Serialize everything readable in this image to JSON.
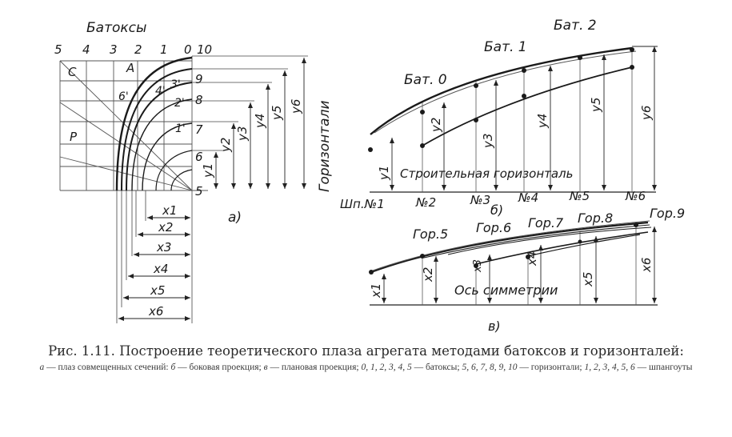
{
  "panel_a": {
    "title": "Батоксы",
    "buttock_nums": [
      "5",
      "4",
      "3",
      "2",
      "1",
      "0"
    ],
    "waterline_nums": [
      "10",
      "9",
      "8",
      "7",
      "6",
      "5"
    ],
    "cell_letters": [
      "C",
      "A",
      "P"
    ],
    "primed": [
      "3'",
      "4'",
      "2'",
      "6'",
      "1'"
    ],
    "y_labels": [
      "y1",
      "y2",
      "y3",
      "y4",
      "y5",
      "y6"
    ],
    "x_labels": [
      "x1",
      "x2",
      "x3",
      "x4",
      "x5",
      "x6"
    ],
    "side_title": "Горизонтали",
    "sub_label": "а)"
  },
  "panel_b": {
    "bat_labels": [
      "Бат. 0",
      "Бат. 1",
      "Бат. 2"
    ],
    "y_labels": [
      "y1",
      "y2",
      "y3",
      "y4",
      "y5",
      "y6"
    ],
    "baseline_label": "Строительная горизонталь",
    "stations": [
      "Шп.№1",
      "№2",
      "№3",
      "№4",
      "№5",
      "№6"
    ],
    "sub_label": "б)"
  },
  "panel_c": {
    "gor_labels": [
      "Гор.5",
      "Гор.6",
      "Гор.7",
      "Гор.8",
      "Гор.9"
    ],
    "x_labels": [
      "x1",
      "x2",
      "x3",
      "x4",
      "x5",
      "x6"
    ],
    "axis_label": "Ось симметрии",
    "sub_label": "в)"
  },
  "caption": {
    "prefix": "Рис.",
    "number": "1.11.",
    "title": "Построение теоретического плаза агрегата методами батоксов и горизонталей:",
    "legend_a": "а",
    "legend_a_text": " — плаз совмещенных сечений: ",
    "legend_b": "б",
    "legend_b_text": " — боковая проекция; ",
    "legend_c": "в",
    "legend_c_text": " — плановая проекция; ",
    "legend_bat_nums": "0, 1, 2, 3, 4, 5",
    "legend_bat_text": " — батоксы; ",
    "legend_gor_nums": "5, 6, 7, 8, 9, 10",
    "legend_gor_text": " — горизонтали; ",
    "legend_sp_nums": "1, 2, 3, 4, 5, 6",
    "legend_sp_text": " — шпангоуты"
  }
}
